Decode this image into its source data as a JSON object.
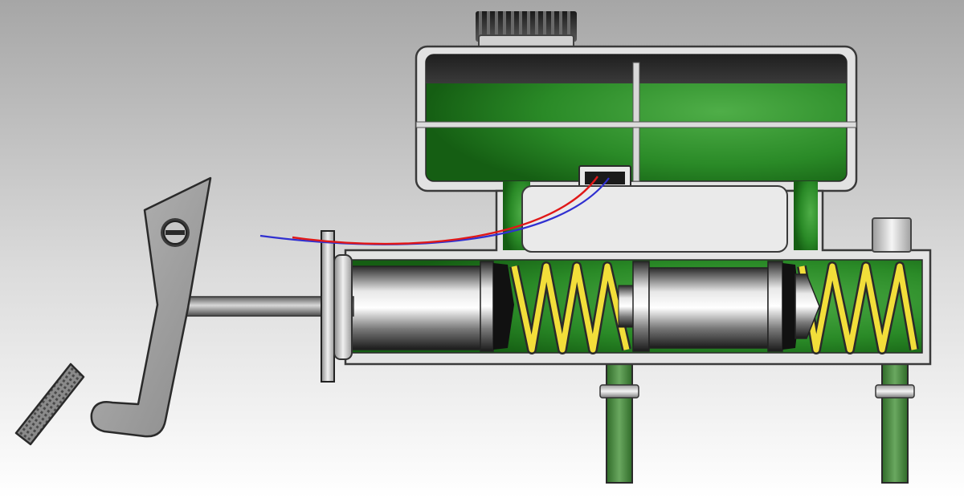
{
  "diagram": {
    "components": [
      {
        "id": "brake-pedal",
        "icon": "pedal-icon"
      },
      {
        "id": "push-rod",
        "icon": "rod-icon"
      },
      {
        "id": "master-cylinder",
        "icon": "cylinder-icon"
      },
      {
        "id": "fluid-reservoir",
        "icon": "reservoir-icon"
      },
      {
        "id": "reservoir-cap",
        "icon": "cap-icon"
      },
      {
        "id": "primary-piston",
        "icon": "piston-icon"
      },
      {
        "id": "secondary-piston",
        "icon": "piston-icon"
      },
      {
        "id": "return-springs",
        "icon": "spring-icon"
      },
      {
        "id": "fluid-level-sensor",
        "icon": "sensor-icon"
      },
      {
        "id": "brake-lines",
        "icon": "pipe-icon"
      }
    ],
    "colors": {
      "brake_fluid": "#2e8a2a",
      "metal": "#c8c8c8",
      "outline": "#3a3a3a",
      "spring": "#f2de3a",
      "wire_red": "#e01818",
      "wire_blue": "#3030d0",
      "pedal_body": "#9a9a9a",
      "background_top": "#a8a8a8",
      "background_bottom": "#ffffff"
    }
  }
}
